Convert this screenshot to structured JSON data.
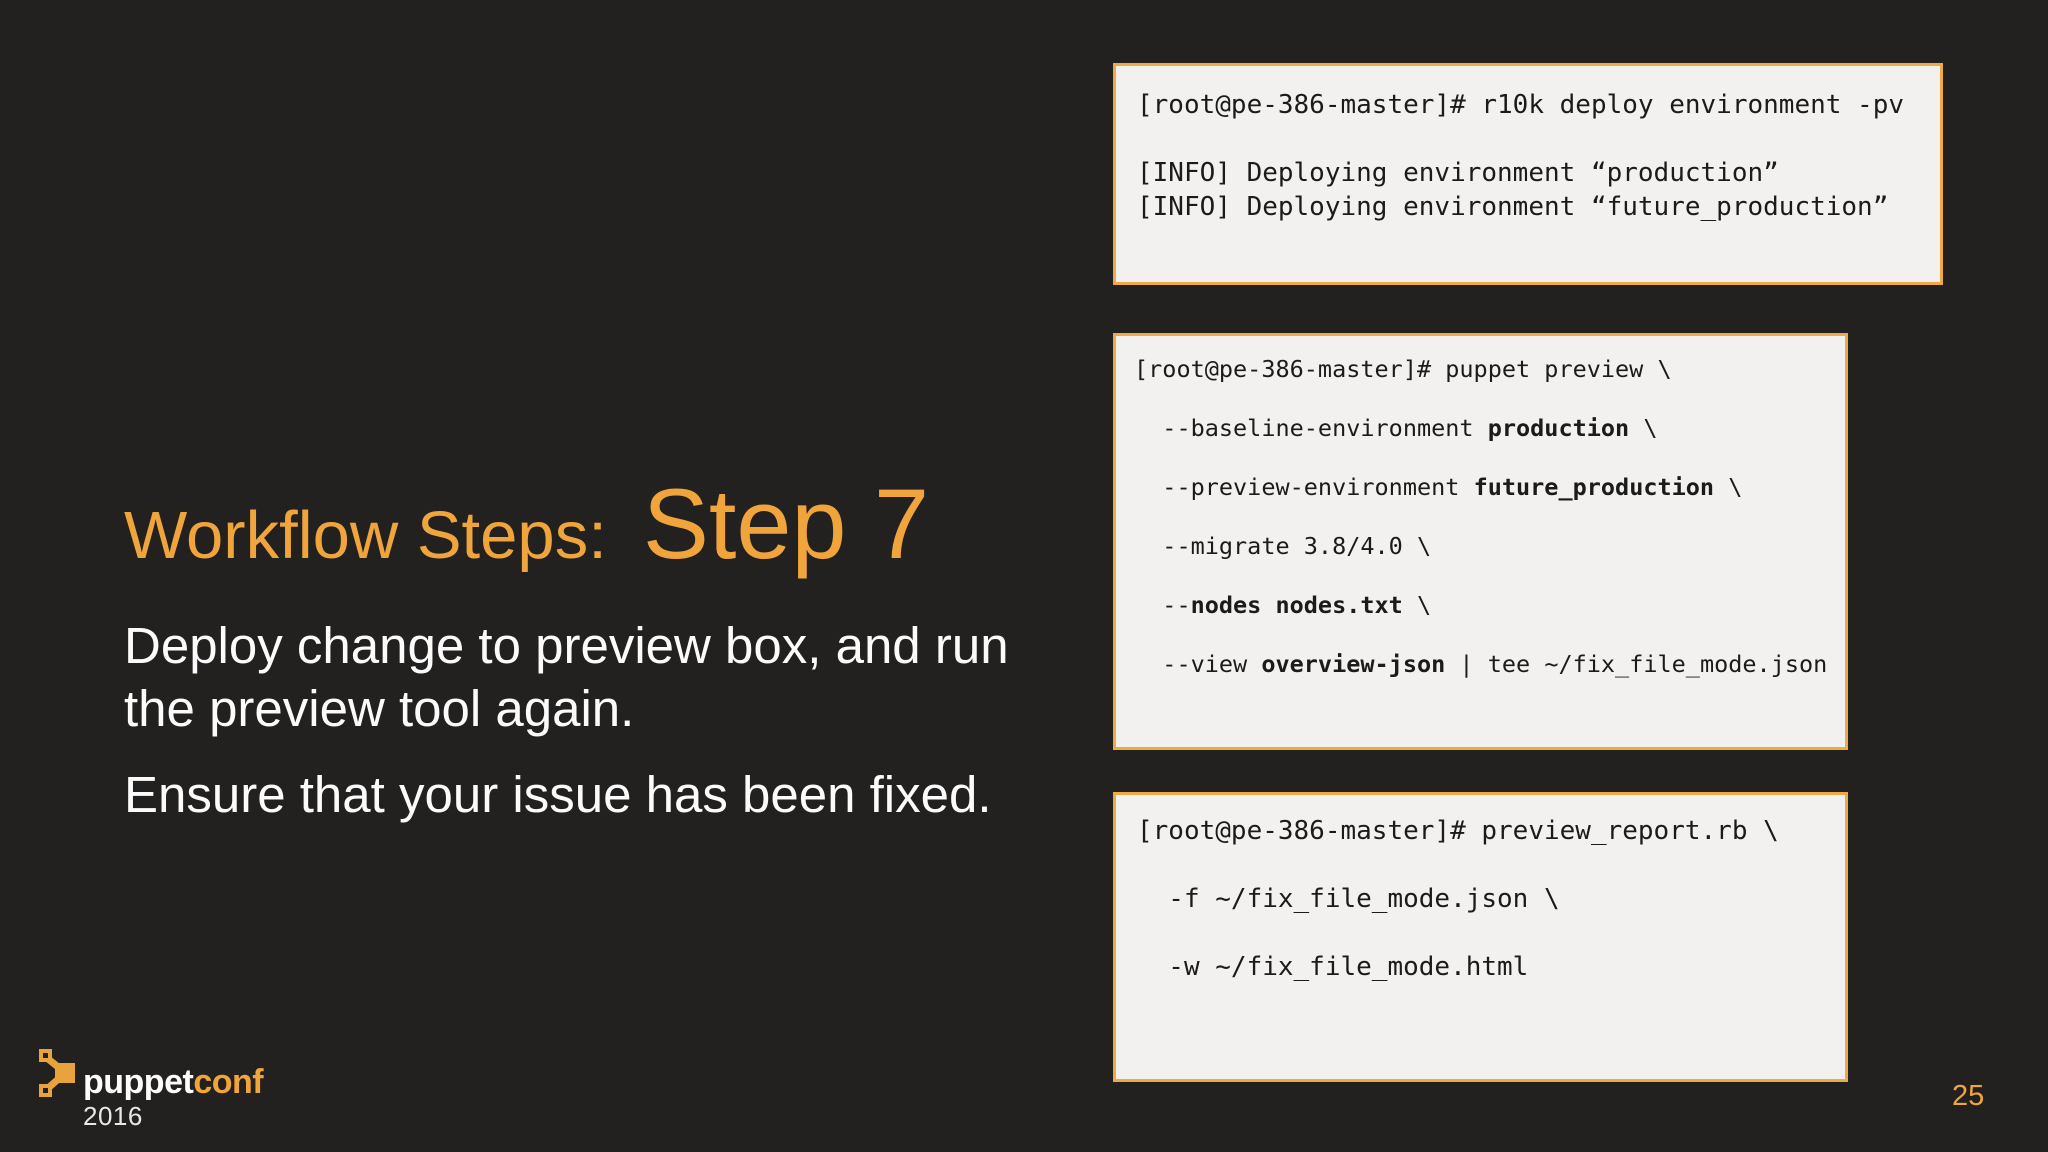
{
  "slide": {
    "background_color": "#232120",
    "accent_color": "#F0A43C",
    "box_fill_color": "#F2F1EF",
    "box_border_color": "#EFA945",
    "page_number": "25"
  },
  "title": {
    "prefix": "Workflow Steps:",
    "step": "Step 7"
  },
  "body": {
    "paragraphs": [
      "Deploy change to preview box, and run the preview tool again.",
      "Ensure that your issue has been fixed."
    ]
  },
  "terminals": [
    {
      "name": "r10k-deploy",
      "lines": [
        [
          {
            "text": "[root@pe-386-master]# r10k deploy environment -pv",
            "bold": false
          }
        ],
        [],
        [
          {
            "text": "[INFO] Deploying environment “production”",
            "bold": false
          }
        ],
        [
          {
            "text": "[INFO] Deploying environment “future_production”",
            "bold": false
          }
        ]
      ]
    },
    {
      "name": "puppet-preview",
      "lines": [
        [
          {
            "text": "[root@pe-386-master]# puppet preview \\",
            "bold": false
          }
        ],
        [
          {
            "text": "  --baseline-environment ",
            "bold": false
          },
          {
            "text": "production",
            "bold": true
          },
          {
            "text": " \\",
            "bold": false
          }
        ],
        [
          {
            "text": "  --preview-environment ",
            "bold": false
          },
          {
            "text": "future_production",
            "bold": true
          },
          {
            "text": " \\",
            "bold": false
          }
        ],
        [
          {
            "text": "  --migrate 3.8/4.0 \\",
            "bold": false
          }
        ],
        [
          {
            "text": "  --",
            "bold": false
          },
          {
            "text": "nodes nodes.txt",
            "bold": true
          },
          {
            "text": " \\",
            "bold": false
          }
        ],
        [
          {
            "text": "  --view ",
            "bold": false
          },
          {
            "text": "overview-json",
            "bold": true
          },
          {
            "text": " | tee ~/fix_file_mode.json",
            "bold": false
          }
        ]
      ]
    },
    {
      "name": "preview-report",
      "lines": [
        [
          {
            "text": "[root@pe-386-master]# preview_report.rb \\",
            "bold": false
          }
        ],
        [
          {
            "text": "  -f ~/fix_file_mode.json \\",
            "bold": false
          }
        ],
        [
          {
            "text": "  -w ~/fix_file_mode.html",
            "bold": false
          }
        ]
      ]
    }
  ],
  "footer": {
    "brand_primary": "puppet",
    "brand_secondary": "conf",
    "year": "2016"
  }
}
